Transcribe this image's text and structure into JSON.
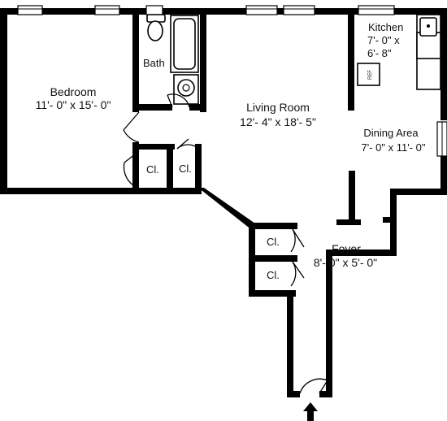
{
  "rooms": {
    "bedroom": {
      "name": "Bedroom",
      "dims": "11'- 0\" x 15'- 0\""
    },
    "bath": {
      "name": "Bath"
    },
    "living_room": {
      "name": "Living Room",
      "dims": "12'- 4\" x 18'- 5\""
    },
    "kitchen": {
      "name": "Kitchen",
      "dims_line1": "7'- 0\" x",
      "dims_line2": "6'- 8\""
    },
    "dining_area": {
      "name": "Dining Area",
      "dims": "7'- 0\" x 11'- 0\""
    },
    "foyer": {
      "name": "Foyer",
      "dims": "8'- 0\" x 5'- 0\""
    }
  },
  "closets": {
    "bedroom_closet_1": "Cl.",
    "bedroom_closet_2": "Cl.",
    "foyer_closet_1": "Cl.",
    "foyer_closet_2": "Cl."
  },
  "fixtures": {
    "refrigerator_label": "REF"
  },
  "icons": [
    "entrance-arrow-icon",
    "toilet-icon",
    "bathtub-icon",
    "sink-icon",
    "stove-icon",
    "refrigerator-icon",
    "window-icon"
  ]
}
